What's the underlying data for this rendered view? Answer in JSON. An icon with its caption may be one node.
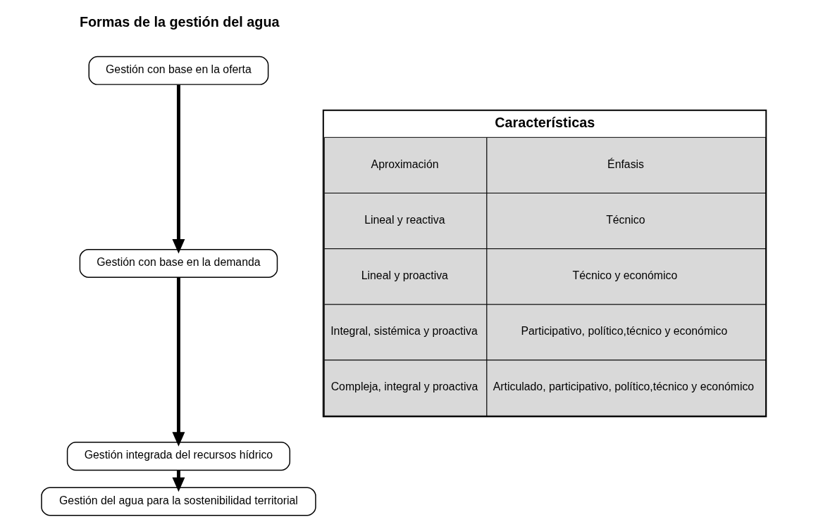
{
  "diagram": {
    "nodes": [
      {
        "text": [
          "Gestión con base en la oferta"
        ]
      },
      {
        "text": [
          "Gestión con base en la demanda"
        ]
      },
      {
        "text": [
          "Gestión integrada del recursos hídrico"
        ]
      },
      {
        "text": [
          "Gestión del agua para la sostenibilidad territorial"
        ]
      }
    ],
    "edges": [
      {
        "from": 0,
        "to": 1,
        "arrow": "to"
      },
      {
        "from": 1,
        "to": 2,
        "arrow": "to"
      },
      {
        "from": 2,
        "to": 3,
        "arrow": "to"
      }
    ],
    "labels": [
      "Formas de la gestión del agua",
      "Características",
      "Aproximación",
      "Énfasis",
      "Lineal y reactiva",
      "Técnico",
      "Lineal y proactiva",
      "Técnico y económico",
      "Integral, sistémica y proactiva",
      "Participativo, político,técnico y económico",
      "Compleja, integral y proactiva",
      "Articulado, participativo, político,técnico y económico"
    ]
  }
}
